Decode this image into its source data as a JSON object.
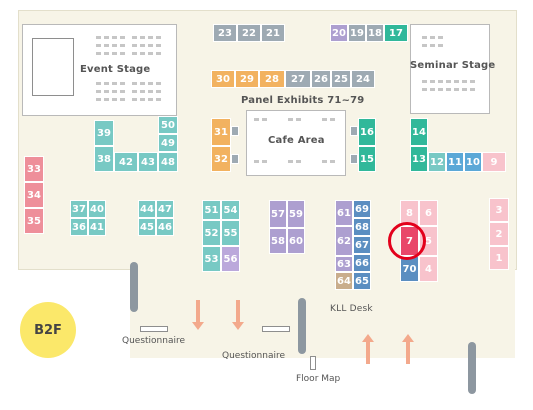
{
  "floor": "B2F",
  "rooms": {
    "event_stage": "Event Stage",
    "seminar_stage": "Seminar Stage",
    "cafe_area": "Cafe Area",
    "panel_exhibits": "Panel Exhibits 71~79",
    "kll_desk": "KLL Desk"
  },
  "signs": {
    "questionnaire_1": "Questionnaire",
    "questionnaire_2": "Questionnaire",
    "floor_map": "Floor Map"
  },
  "booths": {
    "b23": "23",
    "b22": "22",
    "b21": "21",
    "b20": "20",
    "b19": "19",
    "b18": "18",
    "b17": "17",
    "b30": "30",
    "b29": "29",
    "b28": "28",
    "b27": "27",
    "b26": "26",
    "b25": "25",
    "b24": "24",
    "b39": "39",
    "b38": "38",
    "b42": "42",
    "b43": "43",
    "b48": "48",
    "b49": "49",
    "b50": "50",
    "b31": "31",
    "b32": "32",
    "b16": "16",
    "b15": "15",
    "b14": "14",
    "b13": "13",
    "b12": "12",
    "b11": "11",
    "b10": "10",
    "b9": "9",
    "b33": "33",
    "b34": "34",
    "b35": "35",
    "b37": "37",
    "b40": "40",
    "b36": "36",
    "b41": "41",
    "b44": "44",
    "b47": "47",
    "b45": "45",
    "b46": "46",
    "b51": "51",
    "b54": "54",
    "b52": "52",
    "b55": "55",
    "b53": "53",
    "b56": "56",
    "b57": "57",
    "b59": "59",
    "b58": "58",
    "b60": "60",
    "b61": "61",
    "b69": "69",
    "b62": "62",
    "b68": "68",
    "b67": "67",
    "b63": "63",
    "b66": "66",
    "b64": "64",
    "b65": "65",
    "b8": "8",
    "b6": "6",
    "b7": "7",
    "b5": "5",
    "b70": "70",
    "b4": "4",
    "b3": "3",
    "b2": "2",
    "b1": "1"
  },
  "highlighted_booth": "7",
  "colors": {
    "highlight": "#e3001b",
    "floor_badge": "#fbe86a",
    "floor_bg": "#f7f4e7"
  }
}
